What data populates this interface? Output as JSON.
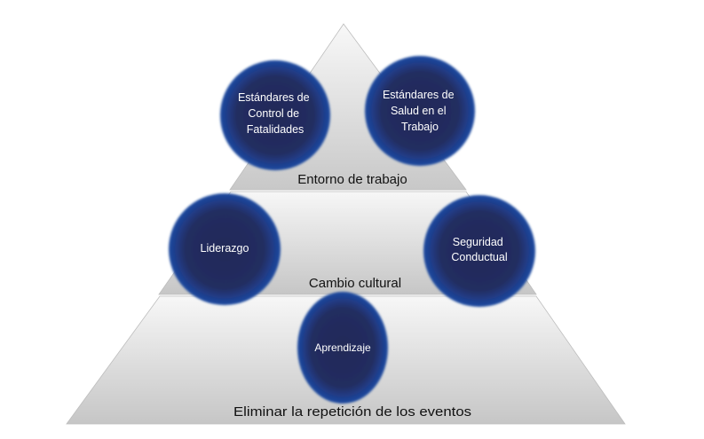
{
  "diagram": {
    "type": "pyramid",
    "tiers": [
      {
        "id": "top",
        "label": "Entorno de trabajo"
      },
      {
        "id": "middle",
        "label": "Cambio cultural"
      },
      {
        "id": "bottom",
        "label": "Eliminar la repetición de los eventos"
      }
    ],
    "nodes": [
      {
        "id": "fatalidades",
        "tier": "top",
        "lines": [
          "Estándares de",
          "Control de",
          "Fatalidades"
        ]
      },
      {
        "id": "salud",
        "tier": "top",
        "lines": [
          "Estándares de",
          "Salud en el",
          "Trabajo"
        ]
      },
      {
        "id": "liderazgo",
        "tier": "middle",
        "lines": [
          "Liderazgo"
        ]
      },
      {
        "id": "seguridad",
        "tier": "middle",
        "lines": [
          "Seguridad",
          "Conductual"
        ]
      },
      {
        "id": "aprendizaje",
        "tier": "bottom",
        "lines": [
          "Aprendizaje"
        ]
      }
    ],
    "colors": {
      "node_center": "#232c5c",
      "node_edge": "#1f4597",
      "tier_light": "#f4f4f4",
      "tier_dark": "#c4c4c4",
      "label_text": "#111111",
      "node_text": "#ffffff"
    }
  }
}
